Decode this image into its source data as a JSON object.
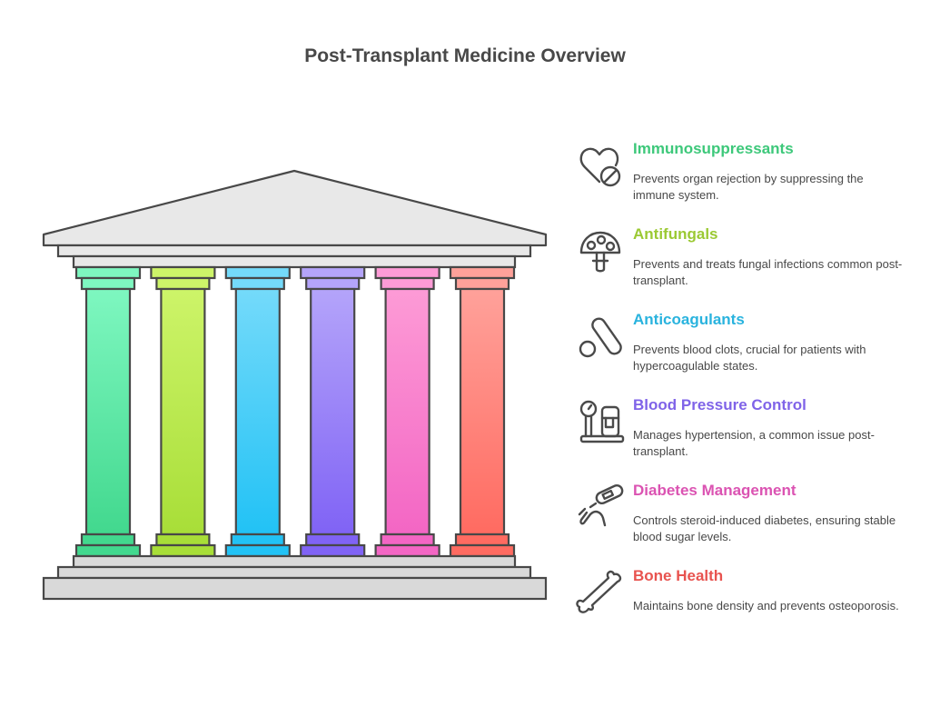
{
  "title": "Post-Transplant Medicine Overview",
  "pillars": [
    {
      "label": "Immunosuppressants",
      "description": "Prevents organ rejection by suppressing the immune system.",
      "icon": "heart-prohibited-icon",
      "text_color": "#3DC87A",
      "light": "#7EF7C0",
      "dark": "#42D88E"
    },
    {
      "label": "Antifungals",
      "description": "Prevents and treats fungal infections common post-transplant.",
      "icon": "mushroom-icon",
      "text_color": "#9BC933",
      "light": "#CDF469",
      "dark": "#A8DE38"
    },
    {
      "label": "Anticoagulants",
      "description": "Prevents blood clots, crucial for patients with hypercoagulable states.",
      "icon": "pill-icon",
      "text_color": "#29B3DE",
      "light": "#74DAFA",
      "dark": "#22C2F5"
    },
    {
      "label": "Blood Pressure Control",
      "description": "Manages hypertension, a common issue post-transplant.",
      "icon": "bp-monitor-icon",
      "text_color": "#7F63E8",
      "light": "#B4A4FA",
      "dark": "#8063F5"
    },
    {
      "label": "Diabetes Management",
      "description": "Controls steroid-induced diabetes, ensuring stable blood sugar levels.",
      "icon": "glucose-meter-icon",
      "text_color": "#DB53B2",
      "light": "#FD9BD6",
      "dark": "#F366C4"
    },
    {
      "label": "Bone Health",
      "description": "Maintains bone density and prevents osteoporosis.",
      "icon": "bone-icon",
      "text_color": "#E8534F",
      "light": "#FFA19A",
      "dark": "#FF6B61"
    }
  ],
  "colors": {
    "stone": "#E8E8E8",
    "stone_base": "#D9D9D9",
    "outline": "#484848"
  }
}
